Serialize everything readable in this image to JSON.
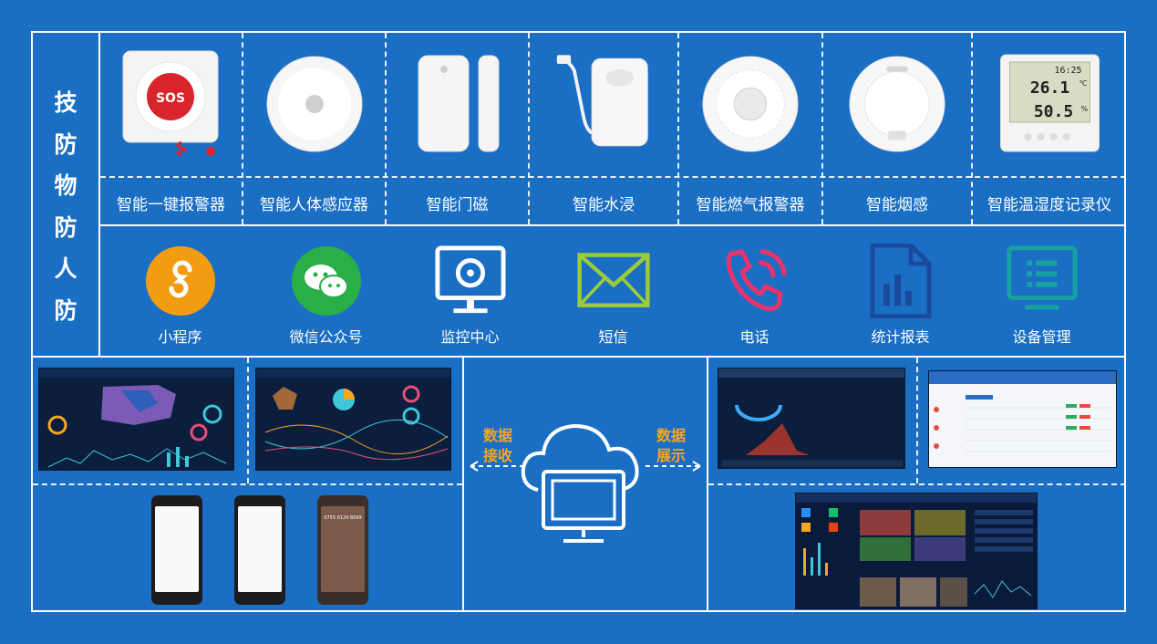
{
  "side_title": [
    "技",
    "防",
    "物",
    "防",
    "人",
    "防"
  ],
  "devices": [
    {
      "label": "智能一键报警器",
      "icon": "sos-alarm-icon",
      "sos_text": "SOS"
    },
    {
      "label": "智能人体感应器",
      "icon": "motion-sensor-icon"
    },
    {
      "label": "智能门磁",
      "icon": "door-sensor-icon"
    },
    {
      "label": "智能水浸",
      "icon": "water-sensor-icon"
    },
    {
      "label": "智能燃气报警器",
      "icon": "gas-alarm-icon"
    },
    {
      "label": "智能烟感",
      "icon": "smoke-detector-icon"
    },
    {
      "label": "智能温湿度记录仪",
      "icon": "thermo-hygrometer-icon",
      "temp": "26.1",
      "temp_unit": "℃",
      "humidity": "50.5",
      "humidity_unit": "%",
      "clock": "16:25"
    }
  ],
  "channels": [
    {
      "label": "小程序",
      "icon": "mini-program-icon",
      "color": "#f39c12"
    },
    {
      "label": "微信公众号",
      "icon": "wechat-icon",
      "color": "#2aae46"
    },
    {
      "label": "监控中心",
      "icon": "monitor-center-icon",
      "color": "#ffffff"
    },
    {
      "label": "短信",
      "icon": "sms-envelope-icon",
      "color": "#9ccc3a"
    },
    {
      "label": "电话",
      "icon": "phone-icon",
      "color": "#e8336d"
    },
    {
      "label": "统计报表",
      "icon": "report-icon",
      "color": "#1b4a9c"
    },
    {
      "label": "设备管理",
      "icon": "device-management-icon",
      "color": "#17a2a0"
    }
  ],
  "flow": {
    "receive": [
      "数据",
      "接收"
    ],
    "display": [
      "数据",
      "展示"
    ]
  },
  "phone_call_number": "0755 6124 8099"
}
